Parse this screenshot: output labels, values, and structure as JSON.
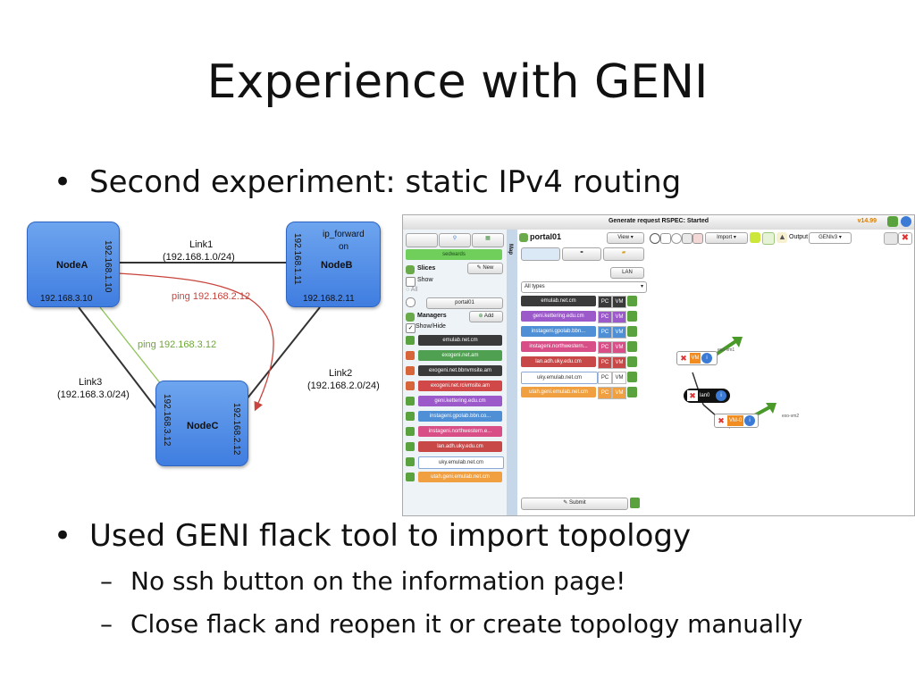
{
  "slide": {
    "title": "Experience with GENI",
    "bullet1": "Second experiment: static IPv4 routing",
    "bullet2": "Used GENI flack tool to import topology",
    "sub1": "No ssh button on the information page!",
    "sub2": "Close flack and reopen it or create topology manually",
    "bullet_glyph": "•",
    "dash_glyph": "–"
  },
  "diagram": {
    "nodeA": {
      "name": "NodeA",
      "ip_bottom": "192.168.3.10",
      "ip_side": "192.168.1.10"
    },
    "nodeB": {
      "name": "NodeB",
      "ip_bottom": "192.168.2.11",
      "ip_side": "192.168.1.11",
      "note1": "ip_forward",
      "note2": "on"
    },
    "nodeC": {
      "name": "NodeC",
      "ip_left": "192.168.3.12",
      "ip_right": "192.168.2.12"
    },
    "link1": {
      "name": "Link1",
      "subnet": "(192.168.1.0/24)"
    },
    "link2": {
      "name": "Link2",
      "subnet": "(192.168.2.0/24)"
    },
    "link3": {
      "name": "Link3",
      "subnet": "(192.168.3.0/24)"
    },
    "ping_red": "ping 192.168.2.12",
    "ping_green": "ping 192.168.3.12"
  },
  "flack": {
    "title": "Generate request RSPEC: Started",
    "version": "v14.99",
    "user": "sedwards",
    "slices_label": "Slices",
    "new_label": "New",
    "show_label": "Show",
    "all_label": "All",
    "slice_name": "portal01",
    "managers_label": "Managers",
    "add_label": "Add",
    "showhide_label": "Show/Hide",
    "managers": [
      {
        "name": "emulab.net.cm",
        "color": "#3a3a3a",
        "icon": "check"
      },
      {
        "name": "exogeni.net.am",
        "color": "#4fa050",
        "icon": "warn"
      },
      {
        "name": "exogeni.net.bbnvmsite.am",
        "color": "#3a3a3a",
        "icon": "warn"
      },
      {
        "name": "exogeni.net.rcivmsite.am",
        "color": "#d04848",
        "icon": "warn"
      },
      {
        "name": "geni.kettering.edu.cm",
        "color": "#9b59c9",
        "icon": "check"
      },
      {
        "name": "instageni.gpolab.bbn.co...",
        "color": "#4e8fd6",
        "icon": "check"
      },
      {
        "name": "instageni.northwestern.e...",
        "color": "#d84f88",
        "icon": "check"
      },
      {
        "name": "lan.adh.uky.edu.cm",
        "color": "#c84848",
        "icon": "check"
      },
      {
        "name": "uky.emulab.net.cm",
        "color": "#ffffff",
        "icon": "check"
      },
      {
        "name": "utah.geni.emulab.net.cm",
        "color": "#f0a040",
        "icon": "check"
      }
    ],
    "map_label": "Map",
    "slice_title": "portal01",
    "view_label": "View",
    "import_label": "Import",
    "output_label": "Output",
    "output_value": "GENIv3",
    "lan_label": "LAN",
    "all_types": "All types",
    "resources": [
      {
        "name": "emulab.net.cm",
        "color": "#3a3a3a",
        "t1": "PC",
        "t2": "VM"
      },
      {
        "name": "geni.kettering.edu.cm",
        "color": "#9b59c9",
        "t1": "PC",
        "t2": "VM"
      },
      {
        "name": "instageni.gpolab.bbn...",
        "color": "#4e8fd6",
        "t1": "PC",
        "t2": "VM"
      },
      {
        "name": "instageni.northwestern...",
        "color": "#d84f88",
        "t1": "PC",
        "t2": "VM"
      },
      {
        "name": "lan.adh.uky.edu.cm",
        "color": "#c84848",
        "t1": "PC",
        "t2": "VM"
      },
      {
        "name": "uky.emulab.net.cm",
        "color": "#ffffff",
        "t1": "PC",
        "t2": "VM"
      },
      {
        "name": "utah.geni.emulab.net.cm",
        "color": "#f0a040",
        "t1": "PC",
        "t2": "VM"
      }
    ],
    "submit_label": "Submit",
    "canvas": {
      "vm1": "VM",
      "lan": "lan0",
      "vm2": "VM-0",
      "label_top": "exo-vm1",
      "label_bottom": "exo-vm2"
    }
  },
  "colors": {
    "node_blue": "#4a86e8",
    "link_gray": "#333333",
    "ping_red": "#c8443c",
    "ping_green": "#8fc35a",
    "arrow_green": "#4a9a2a"
  }
}
